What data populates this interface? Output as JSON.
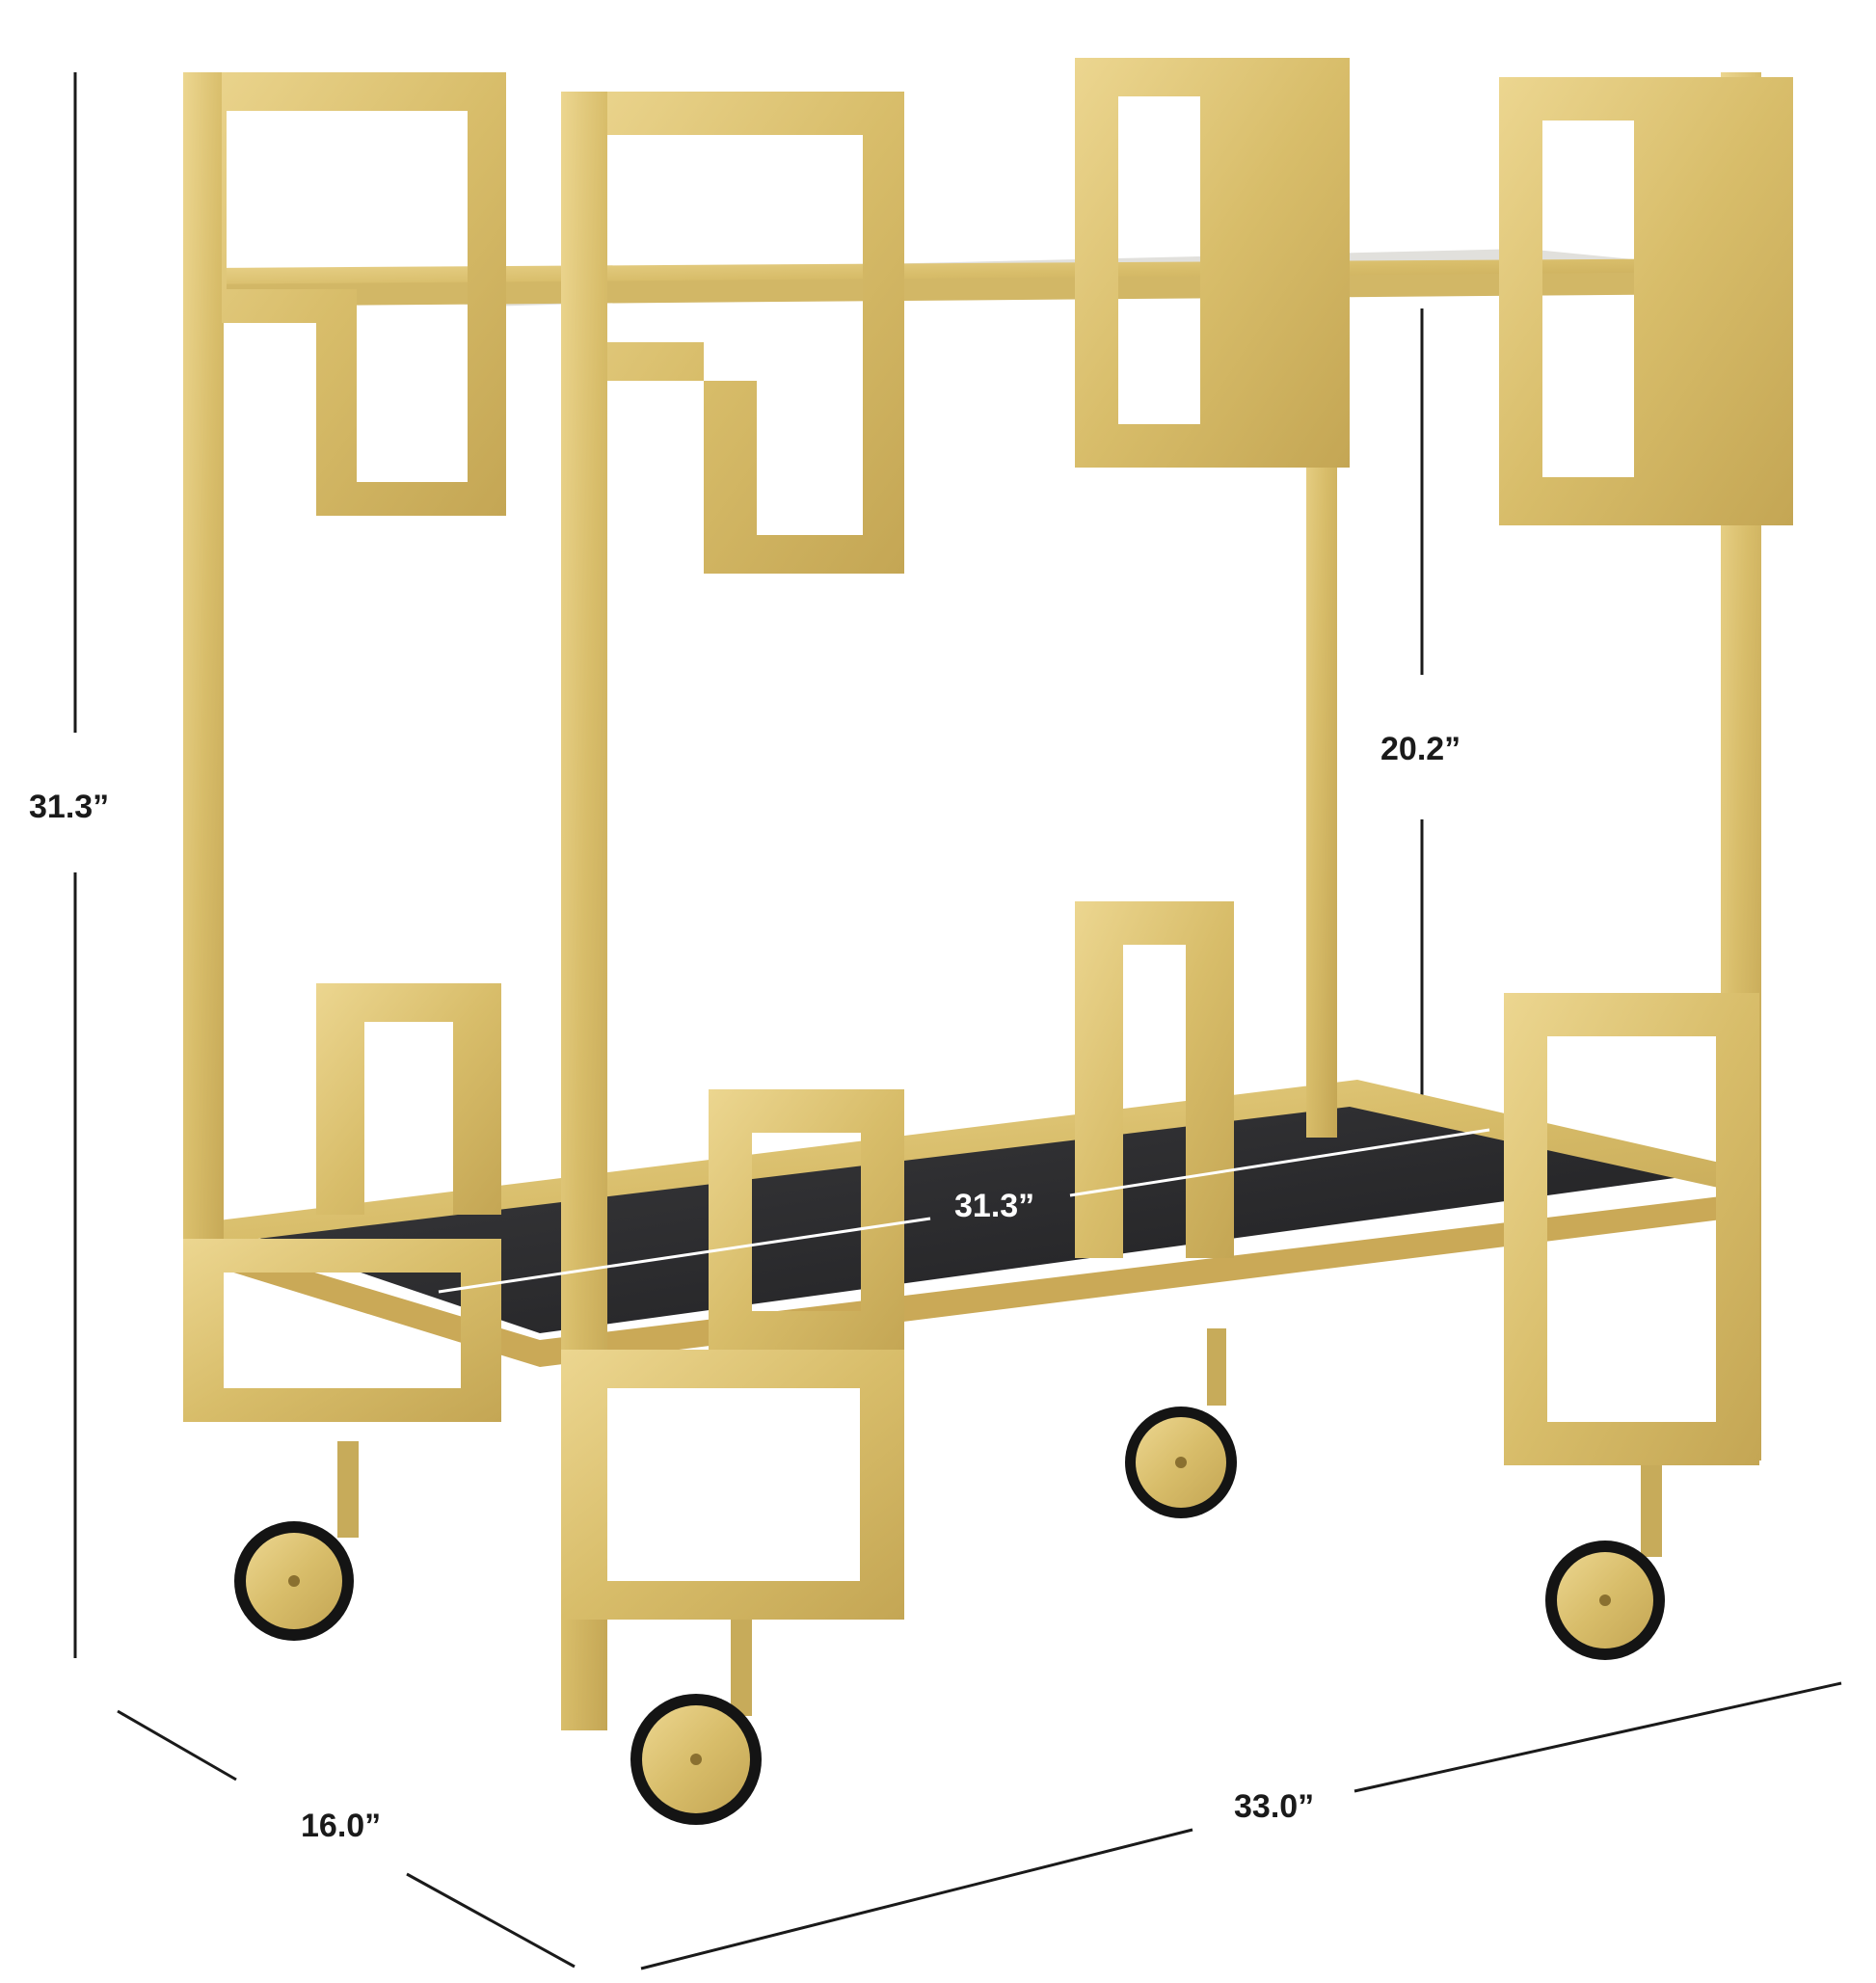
{
  "colors": {
    "gold": "#d9bf6e",
    "gold_light": "#ead489",
    "gold_dark": "#b89c4c",
    "glass": "#2a2a2c",
    "line": "#1a1a1a",
    "wheel": "#141414"
  },
  "dimensions": {
    "overall_height": "31.3”",
    "shelf_gap": "20.2”",
    "shelf_width": "31.3”",
    "depth": "16.0”",
    "width": "33.0”"
  }
}
